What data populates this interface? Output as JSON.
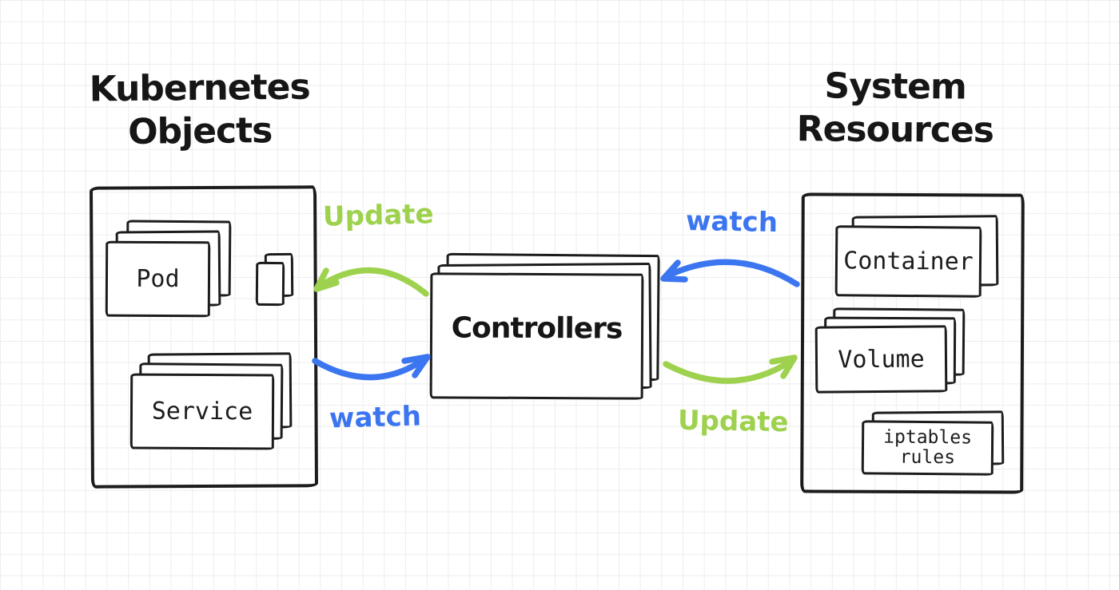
{
  "colors": {
    "ink": "#1c1c1c",
    "green": "#9ed24e",
    "blue": "#3b76f0",
    "grid": "#ededed",
    "background": "#ffffff"
  },
  "left_panel": {
    "title_line1": "Kubernetes",
    "title_line2": "Objects",
    "boxes": [
      {
        "label": "Pod",
        "stack_depth": 3
      },
      {
        "label": "Service",
        "stack_depth": 3
      }
    ],
    "unlabeled_small_stack_depth": 2
  },
  "center": {
    "label": "Controllers",
    "stack_depth": 3
  },
  "right_panel": {
    "title_line1": "System",
    "title_line2": "Resources",
    "boxes": [
      {
        "label": "Container",
        "stack_depth": 2
      },
      {
        "label": "Volume",
        "stack_depth": 3
      },
      {
        "label": "iptables rules",
        "stack_depth": 2
      }
    ]
  },
  "arrows": [
    {
      "label": "Update",
      "color": "#9ed24e",
      "direction": "controllers-to-kubernetes-objects"
    },
    {
      "label": "watch",
      "color": "#3b76f0",
      "direction": "kubernetes-objects-to-controllers"
    },
    {
      "label": "watch",
      "color": "#3b76f0",
      "direction": "system-resources-to-controllers"
    },
    {
      "label": "Update",
      "color": "#9ed24e",
      "direction": "controllers-to-system-resources"
    }
  ]
}
